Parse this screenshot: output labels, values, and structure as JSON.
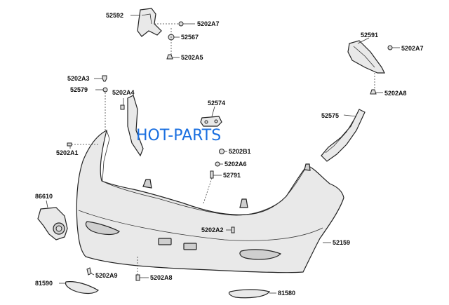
{
  "watermark": "HOT-PARTS",
  "labels": {
    "p52592": "52592",
    "p5202A7_left": "5202A7",
    "p52567": "52567",
    "p5202A5": "5202A5",
    "p52591": "52591",
    "p5202A7_right": "5202A7",
    "p5202A8_right": "5202A8",
    "p5202A3": "5202A3",
    "p52579": "52579",
    "p5202A4": "5202A4",
    "p52574": "52574",
    "p52575": "52575",
    "p5202A1": "5202A1",
    "p5202B1": "5202B1",
    "p5202A6": "5202A6",
    "p52791": "52791",
    "p86610": "86610",
    "p5202A2": "5202A2",
    "p52159": "52159",
    "p81590": "81590",
    "p5202A9": "5202A9",
    "p5202A8_bottom": "5202A8",
    "p81580": "81580"
  }
}
